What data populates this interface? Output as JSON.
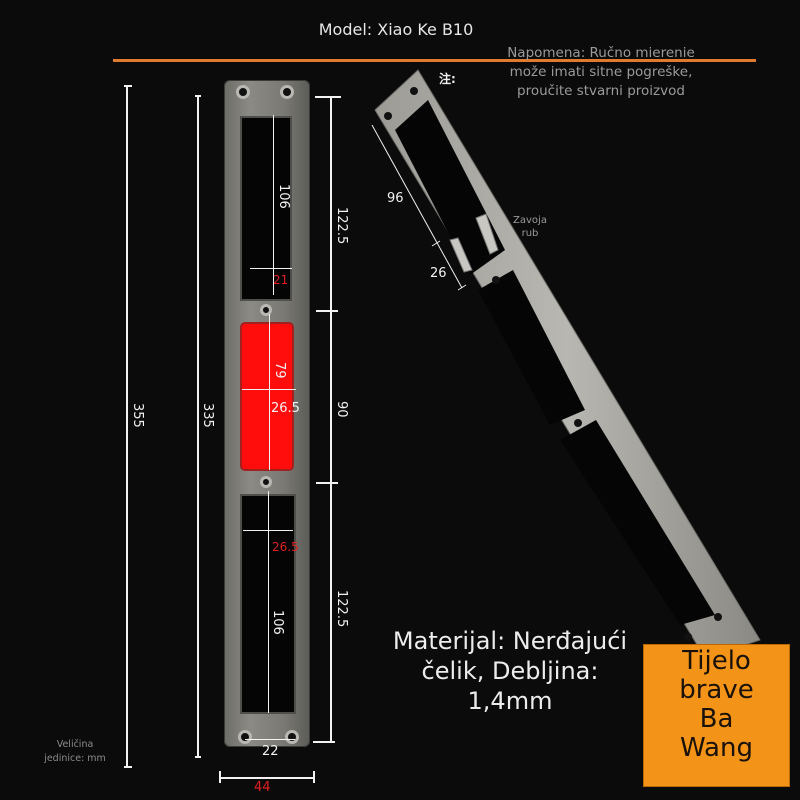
{
  "header": {
    "title": "Model: Xiao Ke B10",
    "accent_color": "#e07a2e"
  },
  "note": {
    "label": "注:",
    "lines": [
      "Napomena: Ručno mierenie",
      "može imati sitne pogreške,",
      "proučite stvarni proizvod"
    ]
  },
  "front_view": {
    "dimensions": {
      "total_length": "355",
      "inner_length": "335",
      "top_section": "122.5",
      "middle_section": "90",
      "bottom_section": "122.5",
      "top_slot_length": "106",
      "top_slot_offset": "21",
      "window_length": "79",
      "window_width": "26.5",
      "bottom_slot_width": "26.5",
      "bottom_slot_length": "106",
      "hole_spacing": "22",
      "plate_width": "44"
    },
    "highlight_color": "#ff0d0d",
    "dimension_text_red": "#e02020"
  },
  "angled_view": {
    "dim_upper": "96",
    "dim_lower": "26",
    "bend_label_lines": [
      "Zavoja",
      "rub"
    ]
  },
  "material": {
    "lines": [
      "Materijal: Nerđajući",
      "čelik, Debljina:",
      "1,4mm"
    ]
  },
  "badge": {
    "lines": [
      "Tijelo",
      "brave",
      "Ba",
      "Wang"
    ],
    "color": "#f39418"
  },
  "units": {
    "lines": [
      "Veličina",
      "jedinice: mm"
    ]
  }
}
